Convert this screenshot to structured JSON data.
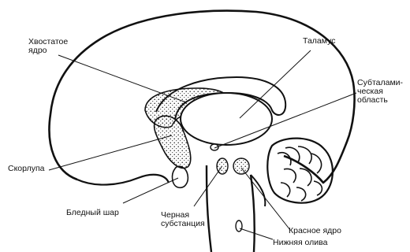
{
  "labels": {
    "caudate": [
      "Хвостатое",
      "ядро"
    ],
    "thalamus": [
      "Таламус"
    ],
    "subthalamic": [
      "Субталами-",
      "ческая",
      "область"
    ],
    "putamen": [
      "Скорлупа"
    ],
    "globus_pallidus": [
      "Бледный шар"
    ],
    "substantia_nigra": [
      "Черная",
      "субстанция"
    ],
    "red_nucleus": [
      "Красное ядро"
    ],
    "inferior_olive": [
      "Нижняя олива"
    ]
  }
}
